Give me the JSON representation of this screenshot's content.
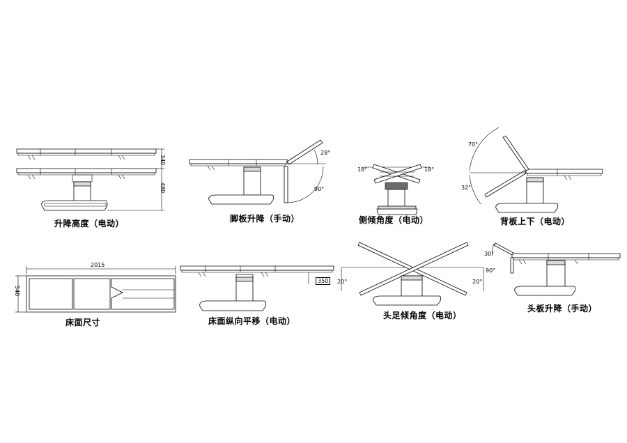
{
  "panels": {
    "lift": {
      "caption": "升降高度（电动）",
      "dim_a": "340",
      "dim_b": "480"
    },
    "leg": {
      "caption": "脚板升降（手动）",
      "angle_a": "28°",
      "angle_b": "90°"
    },
    "lateral": {
      "caption": "侧倾角度（电动）",
      "angle_left": "18°",
      "angle_right": "18°"
    },
    "back": {
      "caption": "背板上下（电动）",
      "angle_a": "70°",
      "angle_b": "32°"
    },
    "size": {
      "caption": "床面尺寸",
      "length": "2015",
      "width": "540"
    },
    "slide": {
      "caption": "床面纵向平移（电动）",
      "distance": "350"
    },
    "trend": {
      "caption": "头足倾角度（电动）",
      "angle_left": "20°",
      "angle_right": "20°"
    },
    "head": {
      "caption": "头板升降（手动）",
      "angle_a": "30°",
      "angle_b": "90°"
    }
  }
}
